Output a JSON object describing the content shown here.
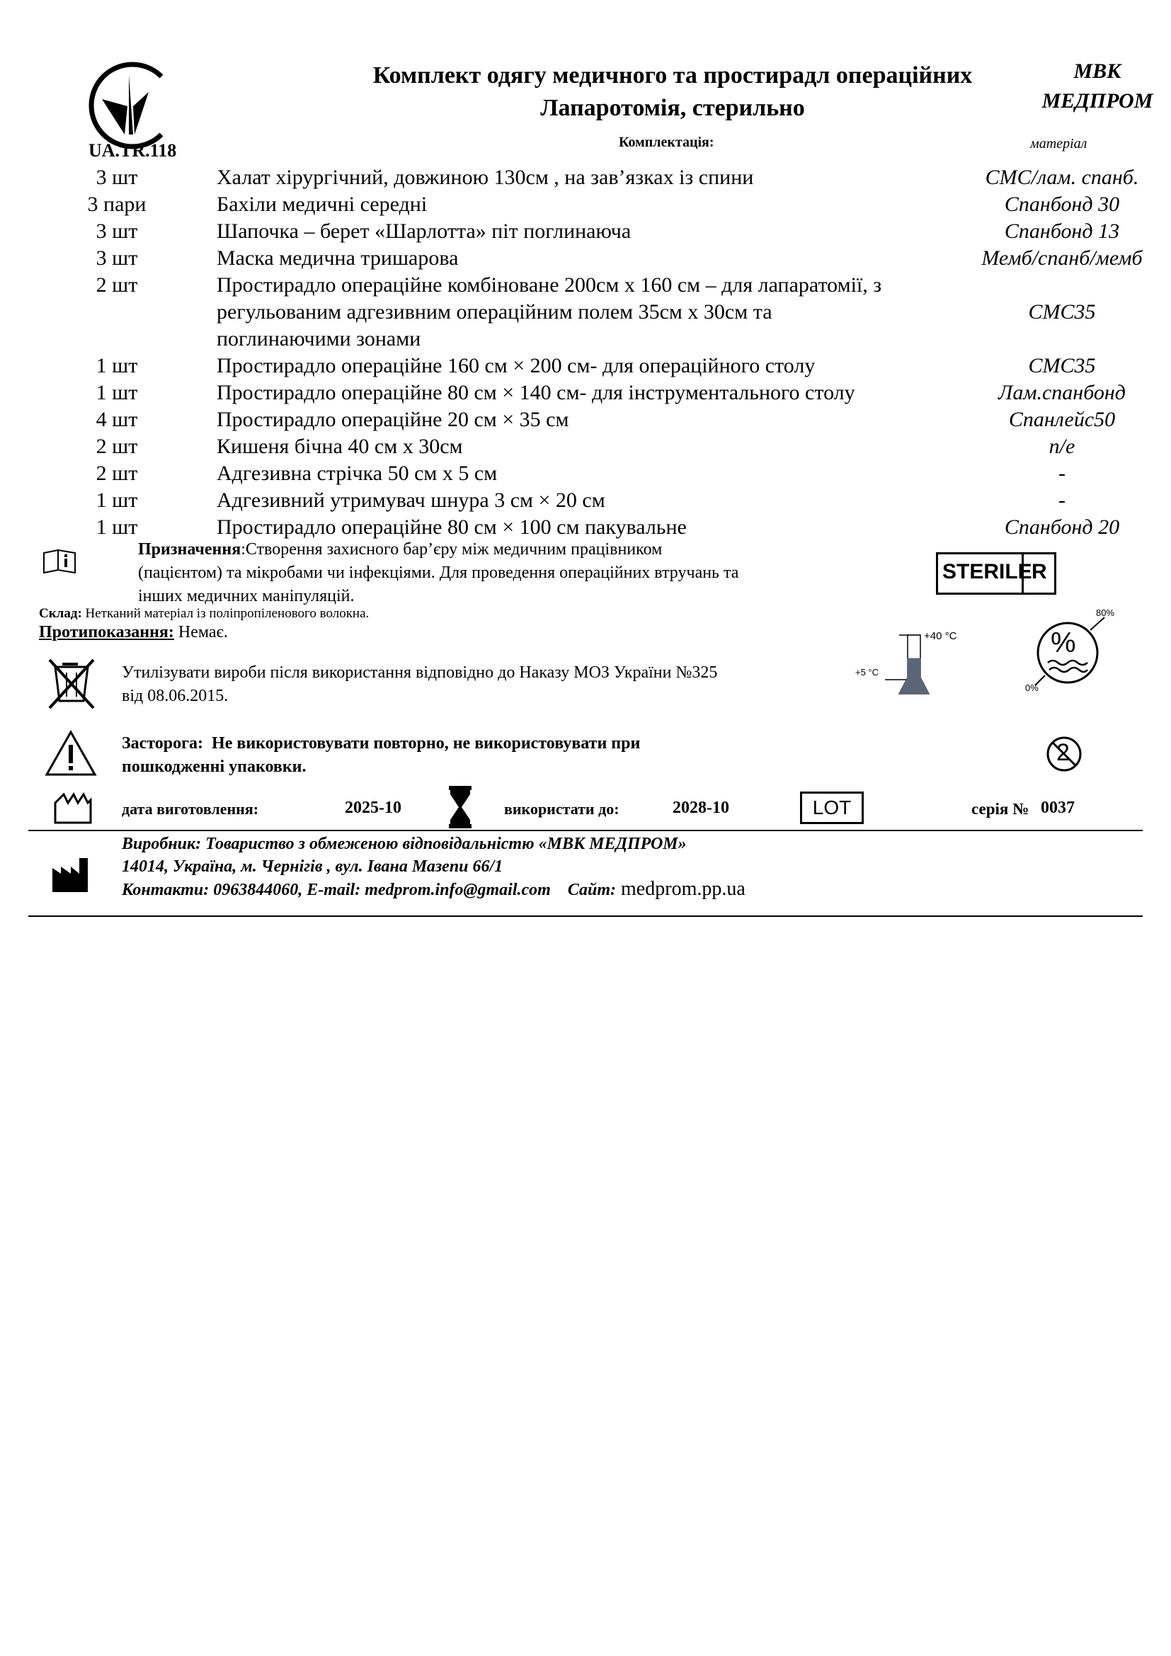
{
  "header": {
    "certification_code": "UA.TR.118",
    "title_line1": "Комплект одягу медичного та простирадл операційних",
    "title_line2": "Лапаротомія, стерильно",
    "brand_line1": "МВК",
    "brand_line2": "МЕДПРОМ",
    "composition_label": "Комплектація:",
    "material_label": "матеріал"
  },
  "items": [
    {
      "qty": "3 шт",
      "name": "Халат хірургічний,  довжиною 130см , на зав’язках із спини",
      "material": "СМС/лам. спанб."
    },
    {
      "qty": "3 пари",
      "name": "Бахіли медичні середні",
      "material": "Спанбонд 30"
    },
    {
      "qty": "3 шт",
      "name": "Шапочка – берет «Шарлотта» піт поглинаюча",
      "material": "Спанбонд 13"
    },
    {
      "qty": "3 шт",
      "name": "Маска медична тришарова",
      "material": "Мемб/спанб/мемб"
    },
    {
      "qty": "2 шт",
      "name_line1": "Простирадло операційне комбіноване 200см  х 160 см – для лапаратомії, з",
      "name_line2": "регульованим адгезивним операційним полем 35см х 30см та",
      "name_line3": "поглинаючими зонами",
      "material": "СМС35"
    },
    {
      "qty": "1 шт",
      "name": "Простирадло операційне 160 см × 200 см- для операційного столу",
      "material": "СМС35"
    },
    {
      "qty": "1 шт",
      "name": "Простирадло операційне  80 см × 140 см- для інструментального столу",
      "material": "Лам.спанбонд"
    },
    {
      "qty": "4 шт",
      "name": "Простирадло операційне 20 см × 35 см",
      "material": "Спанлейс50"
    },
    {
      "qty": "2 шт",
      "name": "Кишеня бічна 40 см х 30см",
      "material": "п/е"
    },
    {
      "qty": "2 шт",
      "name": "Адгезивна стрічка 50 см х 5 см",
      "material": "-"
    },
    {
      "qty": "1 шт",
      "name": "Адгезивний утримувач шнура 3 см × 20 см",
      "material": "-"
    },
    {
      "qty": "1 шт",
      "name": "Простирадло операційне  80 см × 100 см  пакувальне",
      "material": "Спанбонд 20"
    }
  ],
  "purpose": {
    "label": "Призначення",
    "text_line1": ":Створення захисного бар’єру між медичним працівником",
    "text_line2": "(пацієнтом) та мікробами чи інфекціями. Для проведення операційних втручань та",
    "text_line3": "інших медичних маніпуляцій."
  },
  "sterile": {
    "label": "STERILE",
    "method": "R"
  },
  "composition": {
    "label": "Склад:",
    "text": " Нетканий матеріал із поліпропіленового волокна."
  },
  "contraindications": {
    "label": "Протипоказання:",
    "text": "  Немає."
  },
  "temperature": {
    "max": "+40 °C",
    "min": "+5 °C"
  },
  "humidity": {
    "max": "80%",
    "min": "0%",
    "symbol": "%"
  },
  "disposal": {
    "text_line1": "Утилізувати вироби після використання відповідно до Наказу МОЗ України №325",
    "text_line2": "від 08.06.2015."
  },
  "warning": {
    "label": "Засторога",
    "text_line1": "Не використовувати повторно, не використовувати при",
    "text_line2": "пошкодженні упаковки."
  },
  "single_use": {
    "symbol": "2"
  },
  "dates": {
    "manufacture_label": "дата виготовлення:",
    "manufacture_value": "2025-10",
    "expiry_label": "використати до:",
    "expiry_value": "2028-10",
    "lot_label": "LOT",
    "series_label": "серія №",
    "series_value": "0037"
  },
  "manufacturer": {
    "line1": "Виробник:  Товариство з обмеженою відповідальністю  «МВК МЕДПРОМ»",
    "line2": "14014,  Україна, м. Чернігів  ,  вул.  Івана Мазепи 66/1",
    "contacts": "Контакти:  0963844060, E-mail: medprom.info@gmail.com",
    "site_label": "Сайт:",
    "site_value": " medprom.pp.ua"
  }
}
